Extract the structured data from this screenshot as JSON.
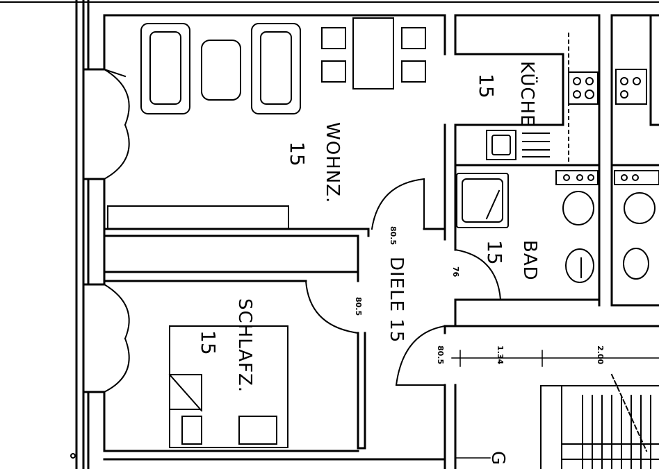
{
  "rooms": {
    "wohnz": {
      "name": "WOHNZ.",
      "number": "15"
    },
    "kuche": {
      "name": "KÜCHE",
      "number": "15"
    },
    "bad": {
      "name": "BAD",
      "number": "15"
    },
    "diele": {
      "name": "DIELE",
      "number": "15"
    },
    "schlafz": {
      "name": "SCHLAFZ.",
      "number": "15"
    },
    "g": {
      "name": "G"
    }
  },
  "door_labels": {
    "wohnz_door": "80.5",
    "schlafz_door": "80.5",
    "bad_door": "76",
    "entry_door": "80.5"
  },
  "dimensions": {
    "d1": "1.34",
    "d2": "2.00"
  }
}
